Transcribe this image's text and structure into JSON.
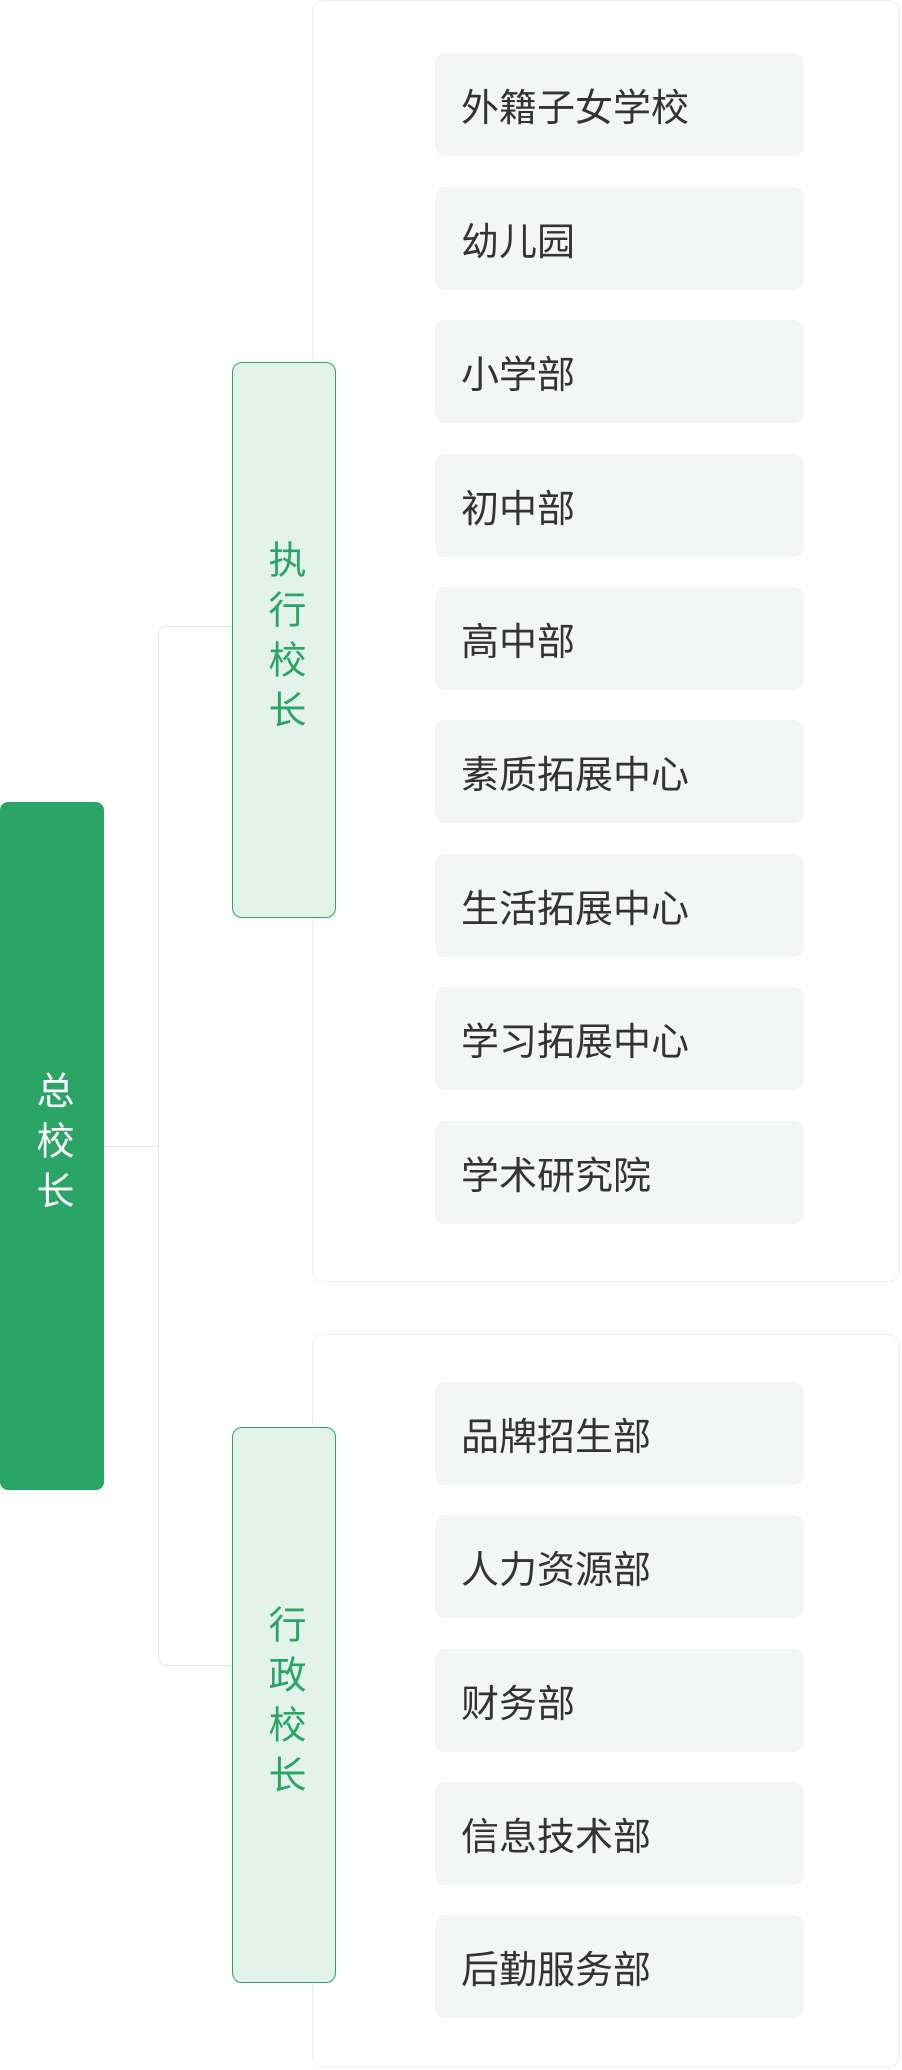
{
  "root": {
    "label": "总校长"
  },
  "branches": [
    {
      "label": "执行校长",
      "items": [
        "外籍子女学校",
        "幼儿园",
        "小学部",
        "初中部",
        "高中部",
        "素质拓展中心",
        "生活拓展中心",
        "学习拓展中心",
        "学术研究院"
      ]
    },
    {
      "label": "行政校长",
      "items": [
        "品牌招生部",
        "人力资源部",
        "财务部",
        "信息技术部",
        "后勤服务部"
      ]
    }
  ],
  "colors": {
    "primary_green": "#2aa566",
    "light_green": "#e3f2ea",
    "leaf_bg": "#f4f6f5",
    "text_dark": "#333333"
  }
}
